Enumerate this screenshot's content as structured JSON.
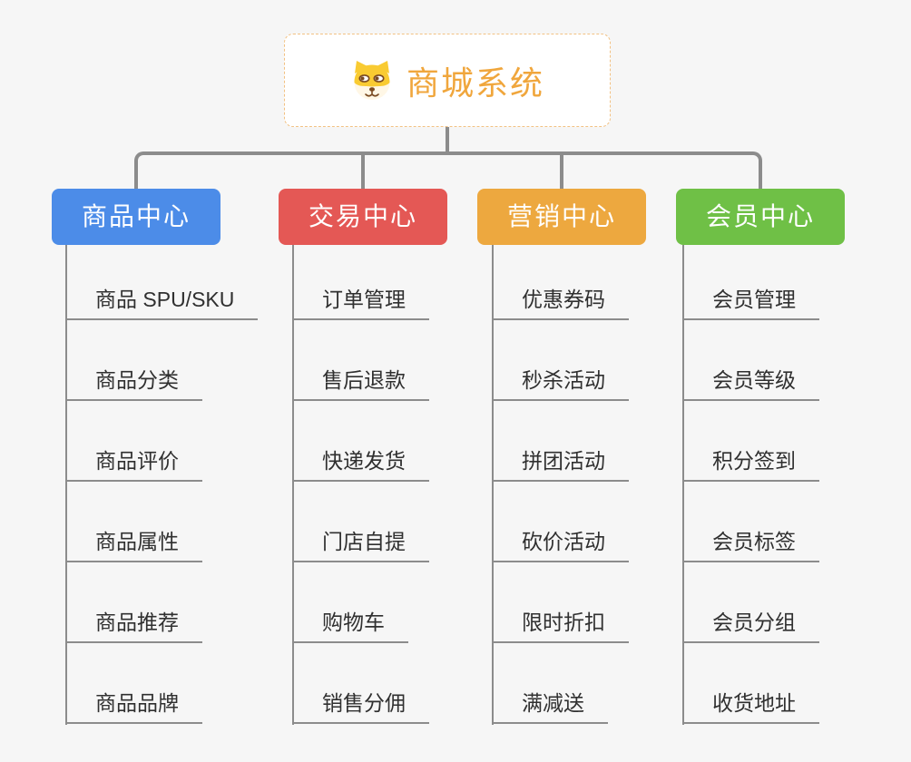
{
  "root": {
    "title": "商城系统",
    "title_color": "#F0A63C",
    "icon": "dog-face-icon"
  },
  "branches": [
    {
      "label": "商品中心",
      "color": "#4C8CE8",
      "items": [
        "商品 SPU/SKU",
        "商品分类",
        "商品评价",
        "商品属性",
        "商品推荐",
        "商品品牌"
      ]
    },
    {
      "label": "交易中心",
      "color": "#E45855",
      "items": [
        "订单管理",
        "售后退款",
        "快递发货",
        "门店自提",
        "购物车",
        "销售分佣"
      ]
    },
    {
      "label": "营销中心",
      "color": "#EDA83F",
      "items": [
        "优惠券码",
        "秒杀活动",
        "拼团活动",
        "砍价活动",
        "限时折扣",
        "满减送"
      ]
    },
    {
      "label": "会员中心",
      "color": "#6FC046",
      "items": [
        "会员管理",
        "会员等级",
        "积分签到",
        "会员标签",
        "会员分组",
        "收货地址"
      ]
    }
  ],
  "connector_color": "#8C8C8C",
  "background_color": "#F6F6F6"
}
